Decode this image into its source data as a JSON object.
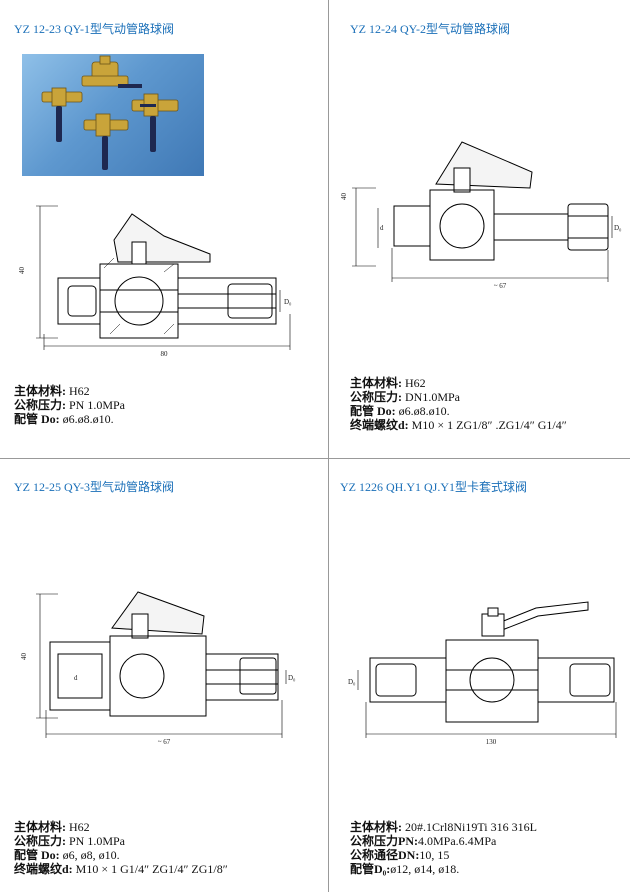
{
  "panels": [
    {
      "title": "YZ 12-23 QY-1型气动管路球阀",
      "dims": {
        "length": "80",
        "height": "40",
        "d0": "D₀"
      },
      "specs": [
        {
          "label": "主体材料:",
          "value": " H62"
        },
        {
          "label": "公称压力:",
          "value": " PN 1.0MPa"
        },
        {
          "label": "配管 Do:",
          "value": "   ø6.ø8.ø10."
        }
      ]
    },
    {
      "title": "YZ 12-24 QY-2型气动管路球阀",
      "dims": {
        "length": "~ 67",
        "height": "40",
        "d": "d",
        "d0": "D₀"
      },
      "specs": [
        {
          "label": "主体材料:",
          "value": " H62"
        },
        {
          "label": "公称压力:",
          "value": " DN1.0MPa"
        },
        {
          "label": "配管 Do:",
          "value": "  ø6.ø8.ø10."
        },
        {
          "label": "终端螺纹d:",
          "value": "  M10 × 1 ZG1/8″ .ZG1/4″  G1/4″"
        }
      ]
    },
    {
      "title": "YZ 12-25 QY-3型气动管路球阀",
      "dims": {
        "length": "~ 67",
        "height": "40",
        "d": "d",
        "d0": "D₀"
      },
      "specs": [
        {
          "label": "主体材料:",
          "value": " H62"
        },
        {
          "label": "公称压力:",
          "value": " PN 1.0MPa"
        },
        {
          "label": "配管 Do:",
          "value": "   ø6,    ø8,    ø10."
        },
        {
          "label": "终端螺纹d:",
          "value": " M10 × 1 G1/4″  ZG1/4″   ZG1/8″"
        }
      ]
    },
    {
      "title": "YZ 1226 QH.Y1  QJ.Y1型卡套式球阀",
      "dims": {
        "length": "130",
        "d0": "D₀"
      },
      "specs": [
        {
          "label": "主体材料:",
          "value": " 20#.1Crl8Ni19Ti 316 316L"
        },
        {
          "label": "公称压力PN:",
          "value": "4.0MPa.6.4MPa"
        },
        {
          "label": "公称通径DN:",
          "value": "10,  15"
        },
        {
          "label": "配管D₀:",
          "value": "ø12,     ø14,     ø18."
        }
      ]
    }
  ]
}
